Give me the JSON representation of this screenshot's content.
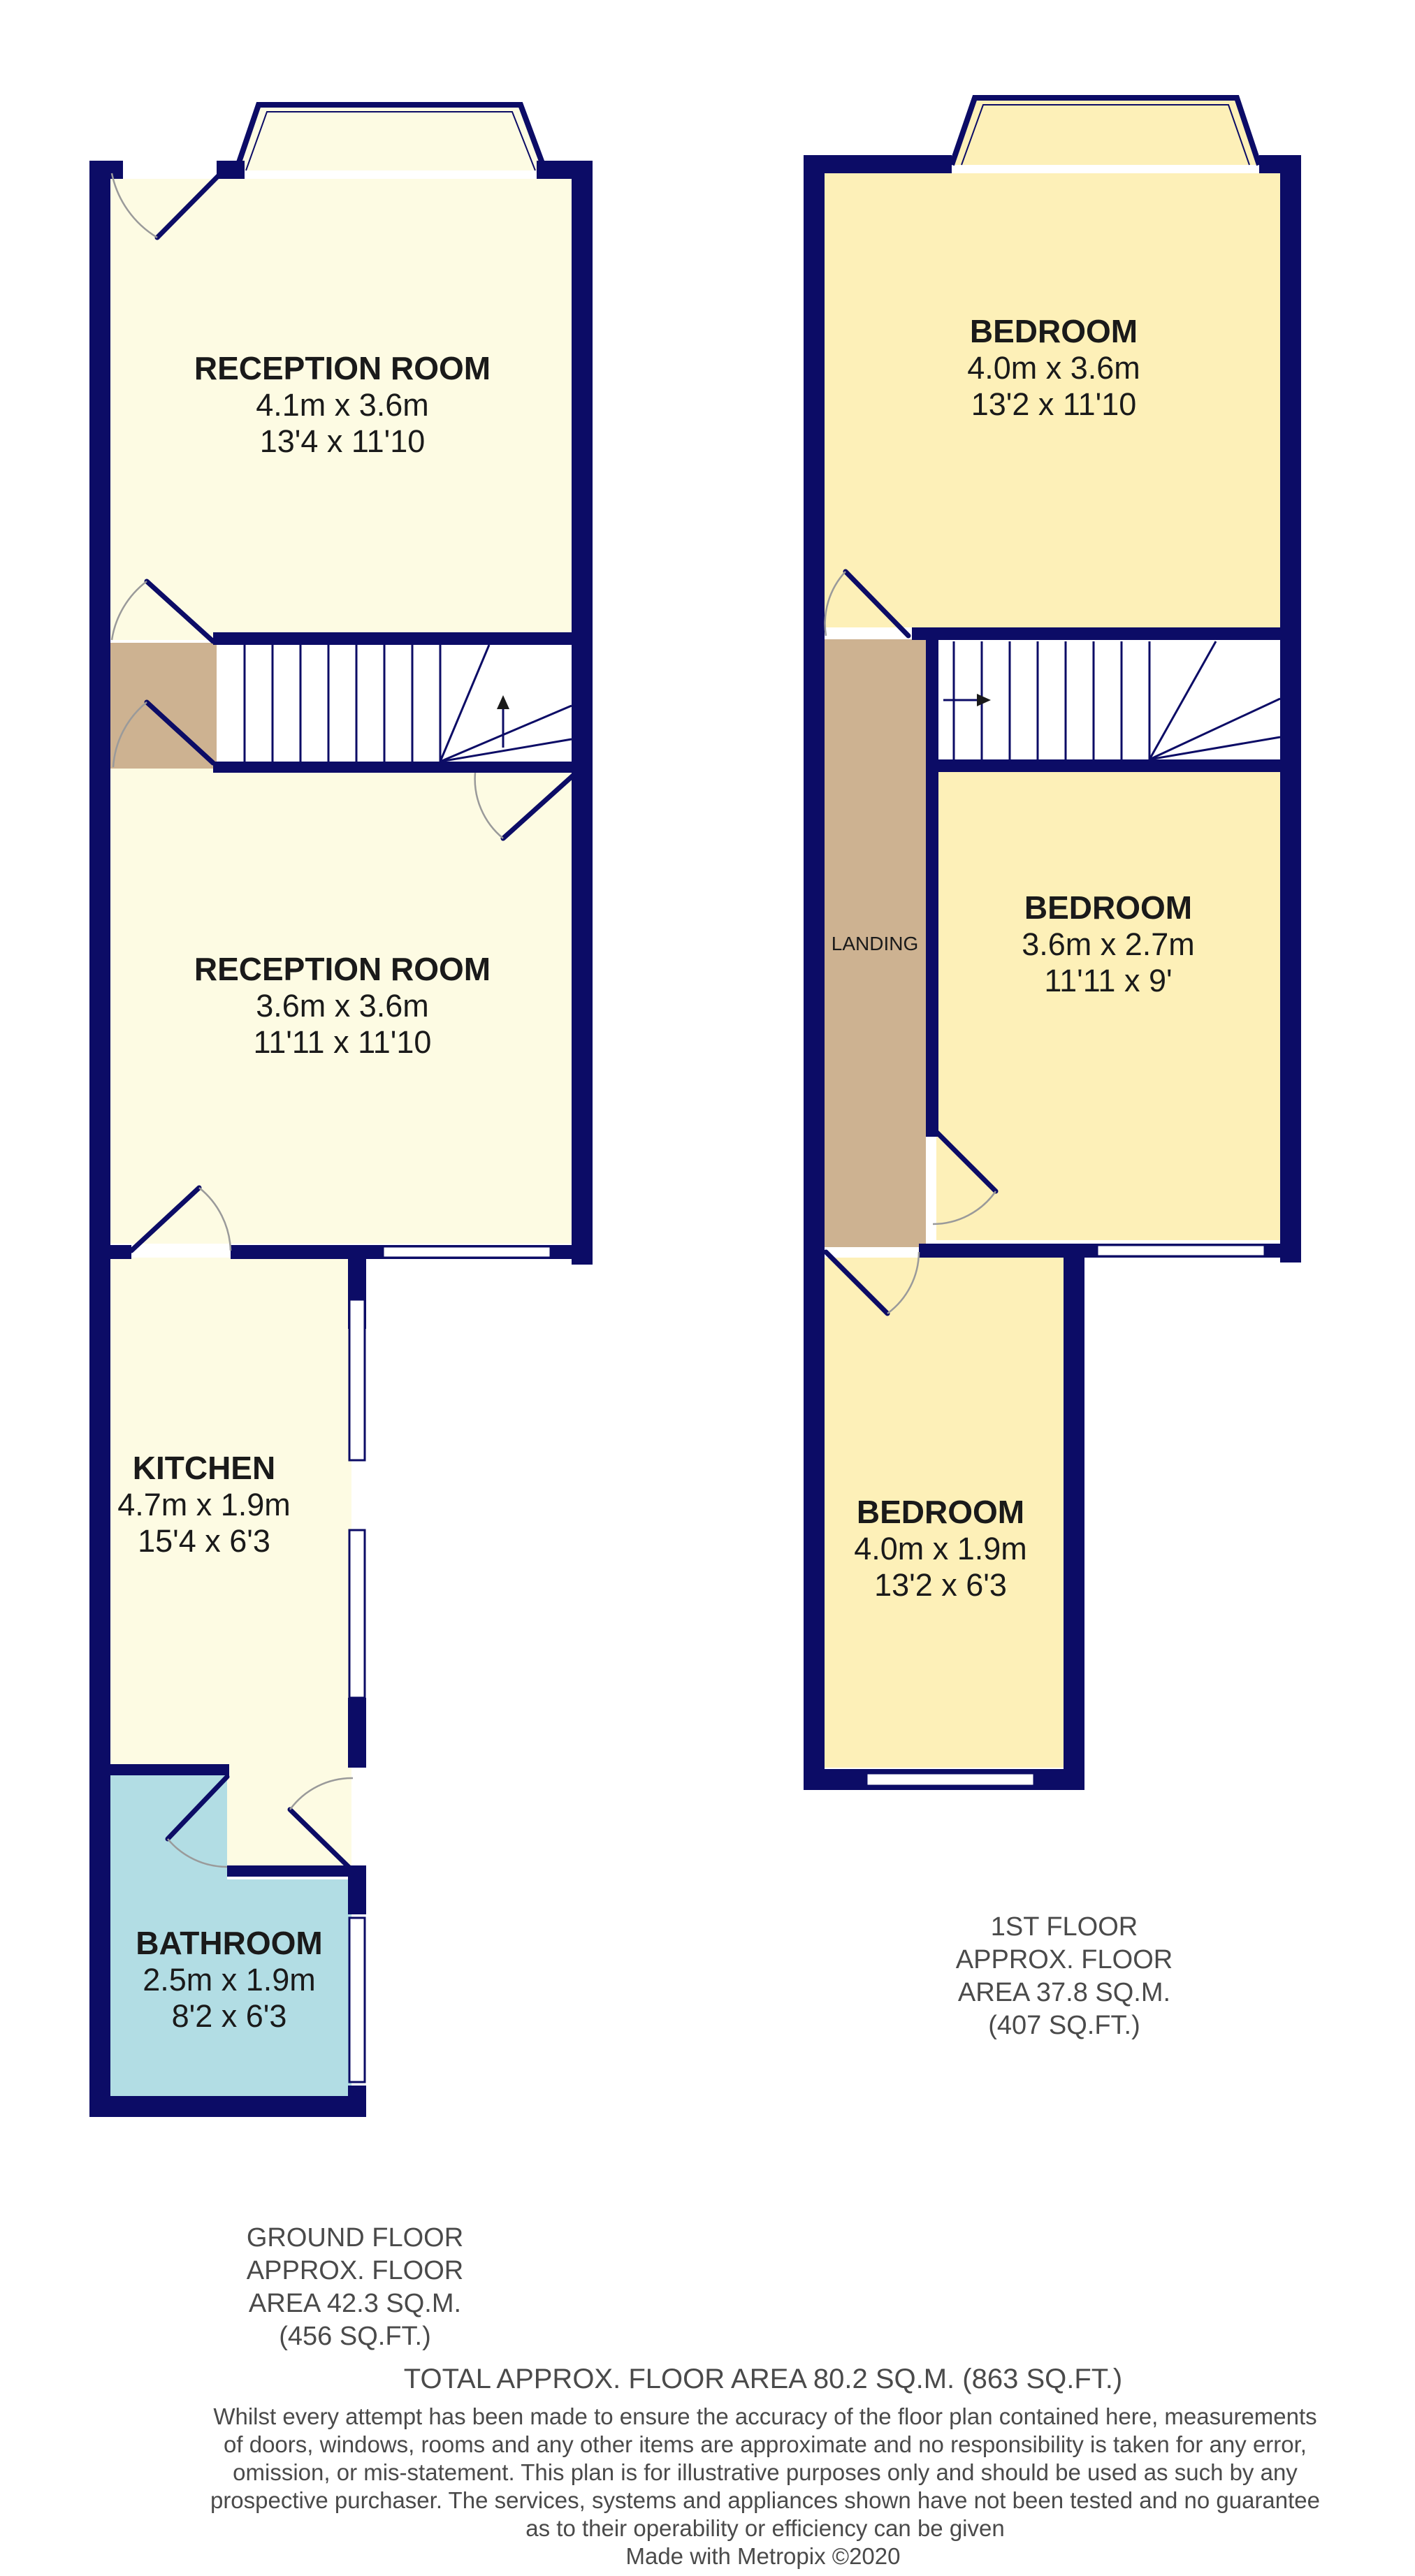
{
  "colors": {
    "wall": "#0c0c66",
    "ground_rooms": "#fdfbe3",
    "first_rooms": "#fdf0b8",
    "bathroom": "#b2dde4",
    "landing": "#cdb291",
    "text": "#1a1a1a",
    "caption": "#4a4a4a"
  },
  "ground_floor": {
    "rooms": [
      {
        "name": "RECEPTION ROOM",
        "metric": "4.1m x 3.6m",
        "imperial": "13'4 x 11'10"
      },
      {
        "name": "RECEPTION ROOM",
        "metric": "3.6m x 3.6m",
        "imperial": "11'11 x 11'10"
      },
      {
        "name": "KITCHEN",
        "metric": "4.7m x 1.9m",
        "imperial": "15'4 x 6'3"
      },
      {
        "name": "BATHROOM",
        "metric": "2.5m x 1.9m",
        "imperial": "8'2 x 6'3"
      }
    ],
    "caption": [
      "GROUND FLOOR",
      "APPROX. FLOOR",
      "AREA 42.3 SQ.M.",
      "(456 SQ.FT.)"
    ]
  },
  "first_floor": {
    "rooms": [
      {
        "name": "BEDROOM",
        "metric": "4.0m x 3.6m",
        "imperial": "13'2 x 11'10"
      },
      {
        "name": "BEDROOM",
        "metric": "3.6m x 2.7m",
        "imperial": "11'11 x 9'"
      },
      {
        "name": "BEDROOM",
        "metric": "4.0m x 1.9m",
        "imperial": "13'2 x 6'3"
      }
    ],
    "landing_label": "LANDING",
    "caption": [
      "1ST FLOOR",
      "APPROX. FLOOR",
      "AREA 37.8 SQ.M.",
      "(407 SQ.FT.)"
    ]
  },
  "total": "TOTAL APPROX. FLOOR AREA 80.2 SQ.M. (863 SQ.FT.)",
  "disclaimer": [
    "Whilst every attempt has been made to ensure the accuracy of the floor plan contained here, measurements",
    "of doors, windows, rooms and any other items are approximate and no responsibility is taken for any error,",
    "omission, or mis-statement. This plan is for illustrative purposes only and should be used as such by any",
    "prospective purchaser. The services, systems and appliances shown have not been tested and no guarantee",
    "as to their operability or efficiency can be given"
  ],
  "credit": "Made with Metropix ©2020"
}
